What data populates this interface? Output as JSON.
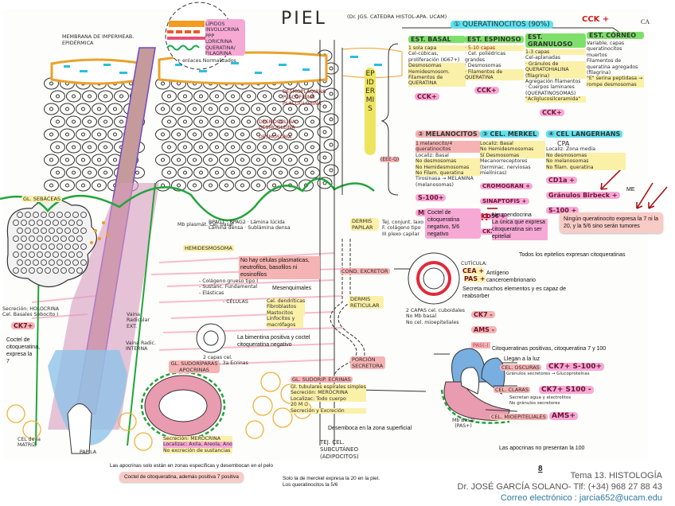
{
  "header": {
    "title": "PIEL",
    "subtitle": "(Dr. JGS. CATEDRA HISTOL-APA. UCAM)",
    "corner_mark": "CA",
    "membrane_label": "MEMBRANA DE IMPERMEAB. EPIDÉRMICA",
    "lipid_legend": [
      "LÍPIDOS",
      "INVOLUCRINA",
      "PPP",
      "LORICRINA",
      "QUERATINA/ FILAGRINA"
    ],
    "enlaces_label": "+ enlaces Normalizados",
    "desmosome_labels": [
      "DESMOPLAQUINA",
      "PLACOFILINA",
      "PLACOGLOBINA",
      "DESMOCOLINA",
      "DESMOGLEINA",
      "DESMOSOMA"
    ],
    "epidermis_label": "EPIDERMIS",
    "epidermis_code": "(EEE-Q)"
  },
  "keratinocytes": {
    "title": "① QUERATINOCITOS (90%)",
    "ccK": "CCK +",
    "strata": [
      {
        "name": "EST. BASAL",
        "lines": [
          "1 sola capa",
          "Cel-cúbicas, proliferación (Ki67+)",
          "Desmosomas Hemidesmosom.",
          "Filamentos de QUERATINA"
        ],
        "badge": "CCK+"
      },
      {
        "name": "EST. ESPINOSO",
        "lines": [
          "· 5-10 capas",
          "· Cel. poliédricas grandes",
          "· Desmosomas",
          "· Filamentos de QUERATINA"
        ],
        "badge": "CCK+"
      },
      {
        "name": "EST. GRANULOSO",
        "lines": [
          "1-3 capas",
          "Cel-aplanadas",
          "· Gránulos de QUERATOHIALINA (filagrina)",
          "Agregación filamentos",
          "· Cuerpos laminares (QUERATINOSOMAS)",
          "\"Acilglucosilceramida\""
        ],
        "badge": "CCK+"
      },
      {
        "name": "EST. CÓRNEO",
        "lines": [
          "Variable, capas queratinocitos muertos",
          "Filamentos de queratina agregados (filagrina)",
          "\"E\" serina peptidasa → rompe desmosomas"
        ],
        "badge": ""
      }
    ]
  },
  "other_cells": [
    {
      "title": "② MELANOCITOS",
      "lines": [
        "1 melanocito/4 queratinocitos",
        "Localiz: Basal",
        "No desmosomas",
        "No Hemidesmosomas",
        "No Filam. queratina",
        "Tirosinasa → MELANINA (melanosomas)"
      ],
      "markers": [
        "S-100+",
        "MELAN A+"
      ]
    },
    {
      "title": "③ CEL. MERKEL",
      "lines": [
        "Localiz: Basal",
        "No Hemidesmosomas",
        "Sí Desmosomas",
        "Mecanorreceptores (terminac. nerviosas mielínicas)"
      ],
      "markers": [
        "CROMOGRAN +",
        "SINAPTOFIS +",
        "CD56 +",
        "CK20 +"
      ]
    },
    {
      "title": "④ CEL LANGERHANS",
      "lines": [
        "CPA",
        "Localiz: Zona media",
        "No desmosomas",
        "No melanosomas",
        "No filam. queratina"
      ],
      "markers": [
        "CD1a +",
        "Gránulos Birbeck +",
        "S-100 +"
      ]
    }
  ],
  "notes": {
    "me_label": "ME",
    "melanocyte_note": "Coctel de citoqueratina negativo, 5/6 negativo",
    "merkel_note_line1": "Neuroendocrina",
    "merkel_note_line2": "La única que expresa citoqueratina sin ser epitelial",
    "exclaim": "!!",
    "keratinocyte_box": "Ningún queratinocito expresa la 7 ni la 20, y la 5/6 sino serán tumores",
    "all_epithelia": "Todos los epitelios expresan citoqueratinas",
    "cea_note_1": "Antígeno",
    "cea_note_2": "canceroembrionario",
    "secrete_note": "Secreta muchos elementos y es capaz de reabsorber",
    "plasma_note": "No hay células plasmaticas, neutrofilos, basofilos ni eosinofilos",
    "mesenquimales": "Mesenquimales",
    "vimentina_note": "La bimentina positiva y coctel citoqueratina negativo",
    "sebaceous_note": "Coctel de citoqueratina, expresa la 7",
    "ck_positive": "Citoqueratinas positivas, citoqueratina 7 y 100",
    "reach_lumen": "Llegan a la luz",
    "desemboca": "Desemboca en la zona superficial",
    "apocrine_no100": "Las apocrinas no presentan la 100",
    "apocrine_zones": "Las apocrinas solo están en zonas específicas y desembocan en el pelo",
    "apocrine_coctel": "Coctel de citoqueratina, además positiva 7 positiva",
    "merckel_20_1": "Solo la de merckel expresa la 20 en la piel.",
    "merckel_20_2": "Los queratinocitos la 5/6"
  },
  "dermis": {
    "papilar_label": "DERMIS PAPILAR",
    "papilar_desc": "Tej. conjunt. laxo F. colágeno tipo III plexo capilar",
    "hemidesmosoma": "HEMIDESMOSOMA",
    "membrane_labels": [
      "BPAG1",
      "BPAG2",
      "Lámina lúcida",
      "Lámina densa",
      "Sublámina densa"
    ],
    "mb_label": "Mb plasmát. Cel. basal",
    "reticular_label": "DERMIS RETICULAR",
    "reticular_items": [
      "- Colágeno grueso tipo I",
      "- Sustanc. Fundamental",
      "- Elásticas",
      "- CÉLULAS"
    ],
    "cells_list": [
      "Cel. dendríticas",
      "Fibroblastos",
      "Mastocitos",
      "Linfocitos y macrófagos"
    ],
    "duct_label": "COND. EXCRETOR",
    "duct_layers": "2 capas cel. cuboid. 3a Ecrinas",
    "cuticula": "CUTÍCULA:",
    "cea": "CEA +",
    "pas": "PAS +",
    "duct_desc": [
      "2 CAPAS cel. cuboidales",
      "No Mb basal",
      "No cel. mioepiteliales"
    ],
    "duct_markers": [
      "CK7 -",
      "AMS -",
      "PAS(-)"
    ]
  },
  "glands": {
    "sebaceous": "GL. SEBÁCEAS",
    "sebaceous_desc": [
      "Secreción: HOLOCRINA",
      "Cel. Basales Sebocito I"
    ],
    "sebaceous_marker": "CK7+",
    "vaina_ext": "Vaina Radicular EXT.",
    "vaina_int": "Vaina Radic. INTERNA",
    "matrix": "CEL de la MATRIZ",
    "papila": "PAPILA",
    "apocrine": "GL. SUDORÍPARAS APOCRINAS",
    "apocrine_desc": [
      "Secreción: MEROCRINA",
      "Localizac: Axila, Areola, Ano",
      "No excreción de sustancias"
    ],
    "eccrine": "GL. SUDORIP. ECRINAS",
    "eccrine_desc": [
      "Gl. tubulares espirales simples",
      "Secreción: MEROCRINA",
      "Localizac: Todo cuerpo",
      "20 M ∅",
      "Secreción y Excreción"
    ],
    "secretory": "PORCIÓN SECRETORA",
    "subcut": "TEJ. CEL. SUBCUTÁNEO (ADIPOCITOS)",
    "dark_cells": "CEL. OSCURAS",
    "dark_markers": "CK7+ S-100+",
    "dark_desc": "Gránulos secretores → Glucoproteínas",
    "clear_cells": "CEL. CLARAS",
    "clear_markers": "CK7+ S100 -",
    "clear_desc": [
      "Secretan agua y electrolitos",
      "No gránulos secretores"
    ],
    "myo_cells": "CEL. MIOEPITELIALES",
    "myo_marker": "AMS+",
    "mb_basal": "Mb Basal (PAS+)"
  },
  "footer": {
    "page_number": "8",
    "topic": "Tema 13.  HISTOLOGÍA",
    "author": "Dr. JOSÉ GARCÍA  SOLANO- Tlf: (+34) 968 27 88 43",
    "email_label": "Correo electrónico",
    "email_sep": " : ",
    "email": "jarcia652@ucam.edu"
  }
}
